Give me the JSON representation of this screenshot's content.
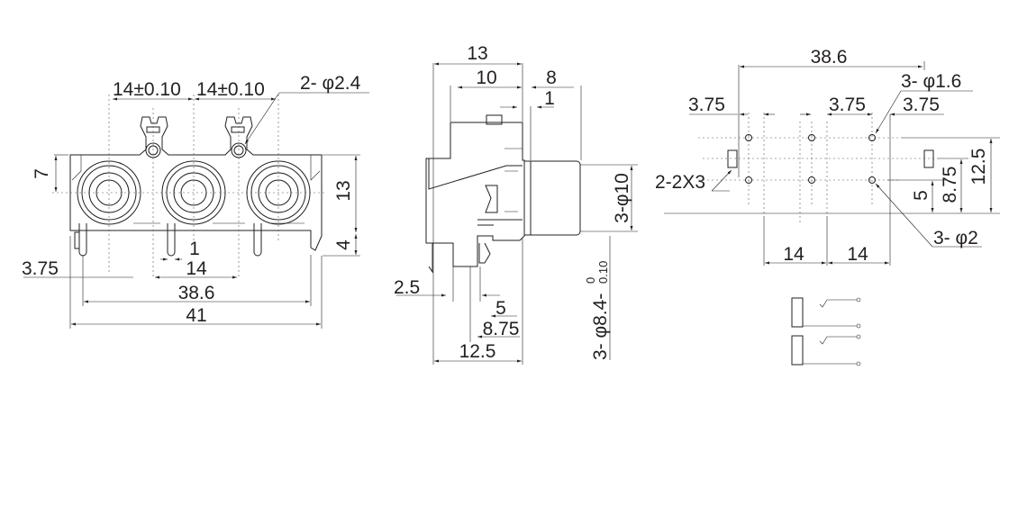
{
  "front_view": {
    "pitch_left": "14±0.10",
    "pitch_right": "14±0.10",
    "hole_dia": "2- φ2.4",
    "height_7": "7",
    "height_13": "13",
    "height_4": "4",
    "pin_width": "1",
    "pin_pitch": "14",
    "pin_offset": "3.75",
    "pin_span": "38.6",
    "overall_width": "41"
  },
  "side_view": {
    "depth_13": "13",
    "depth_10": "10",
    "protrusion_8": "8",
    "flange_1": "1",
    "jack_dia": "3-φ10",
    "jack_inner_dia_main": "3- φ8.4-",
    "jack_tol_upper": "0",
    "jack_tol_lower": "0.10",
    "pin_2_5": "2.5",
    "pin_5": "5",
    "pin_8_75": "8.75",
    "pin_12_5": "12.5"
  },
  "pcb_layout": {
    "span": "38.6",
    "hole_small": "3- φ1.6",
    "offset_left": "3.75",
    "offset_mid": "3.75",
    "offset_right": "3.75",
    "slot": "2-2X3",
    "row_12_5": "12.5",
    "row_8_75": "8.75",
    "row_5": "5",
    "hole_large": "3- φ2",
    "pitch_1": "14",
    "pitch_2": "14"
  }
}
